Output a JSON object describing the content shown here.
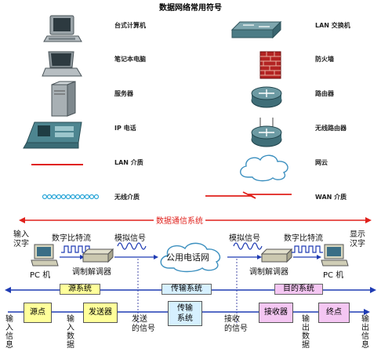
{
  "title": "数据网络常用符号",
  "legend": {
    "left": [
      {
        "label": "台式计算机",
        "icon": "desktop-computer-icon"
      },
      {
        "label": "笔记本电脑",
        "icon": "laptop-icon"
      },
      {
        "label": "服务器",
        "icon": "server-icon"
      },
      {
        "label": "IP 电话",
        "icon": "ip-phone-icon"
      },
      {
        "label": "LAN 介质",
        "icon": "lan-medium-line"
      },
      {
        "label": "无线介质",
        "icon": "wireless-medium-line"
      }
    ],
    "right": [
      {
        "label": "LAN 交换机",
        "icon": "lan-switch-icon"
      },
      {
        "label": "防火墙",
        "icon": "firewall-icon"
      },
      {
        "label": "路由器",
        "icon": "router-icon"
      },
      {
        "label": "无线路由器",
        "icon": "wireless-router-icon"
      },
      {
        "label": "网云",
        "icon": "network-cloud-icon"
      },
      {
        "label": "WAN 介质",
        "icon": "wan-medium-line"
      }
    ]
  },
  "system": {
    "title": "数据通信系统",
    "input_text": "输入\n汉字",
    "display_text": "显示\n汉字",
    "digital_bits_left": "数字比特流",
    "analog_left": "模拟信号",
    "analog_right": "模拟信号",
    "digital_bits_right": "数字比特流",
    "pc_left": "PC 机",
    "pc_right": "PC 机",
    "modem_left": "调制解调器",
    "modem_right": "调制解调器",
    "cloud": "公用电话网",
    "source_system": "源系统",
    "transmission_system": "传输系统",
    "destination_system": "目的系统"
  },
  "flow": {
    "input_info": "输入信息",
    "source": "源点",
    "input_data": "输入数据",
    "transmitter": "发送器",
    "sent_signal": "发送\n的信号",
    "transmission": "传输\n系统",
    "received_signal": "接收\n的信号",
    "receiver": "接收器",
    "output_data": "输出数据",
    "destination": "终点",
    "output_info": "输出信息"
  },
  "colors": {
    "red": "#e0201b",
    "source_fill": "#ffff9a",
    "transmission_fill": "#d6f0ff",
    "destination_fill": "#f4c6f2",
    "arrow_blue": "#1f3bb3"
  }
}
